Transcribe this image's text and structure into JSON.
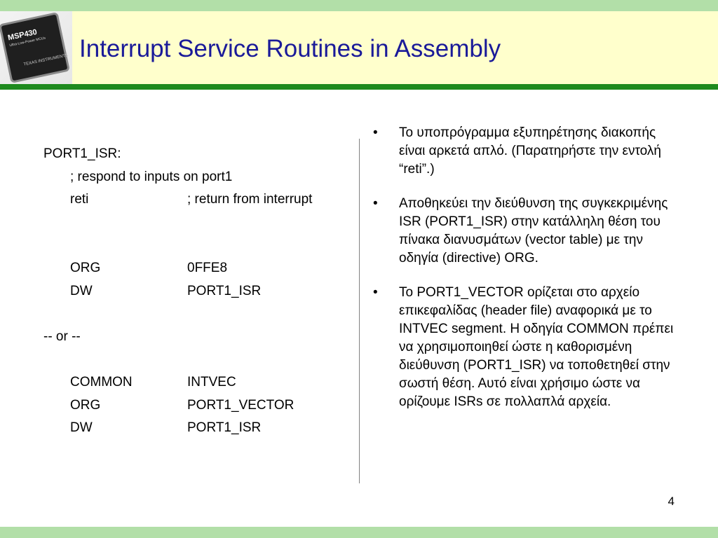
{
  "header": {
    "title": "Interrupt Service Routines in Assembly",
    "logo": {
      "chip_label": "MSP430",
      "chip_sub": "Ultra-Low-Power MCUs",
      "maker": "TEXAS INSTRUMENTS"
    }
  },
  "code": {
    "lines": [
      {
        "type": "label",
        "c0": "PORT1_ISR:"
      },
      {
        "type": "indent",
        "c1": "; respond to inputs on port1",
        "c2": ""
      },
      {
        "type": "indent",
        "c1": "reti",
        "c2": "; return from interrupt"
      },
      {
        "type": "blank"
      },
      {
        "type": "blank"
      },
      {
        "type": "indent",
        "c1": "ORG",
        "c2": "0FFE8"
      },
      {
        "type": "indent",
        "c1": "DW",
        "c2": "PORT1_ISR"
      },
      {
        "type": "blank"
      },
      {
        "type": "label",
        "c0": "-- or --"
      },
      {
        "type": "blank"
      },
      {
        "type": "indent",
        "c1": "COMMON",
        "c2": "INTVEC"
      },
      {
        "type": "indent",
        "c1": "ORG",
        "c2": "PORT1_VECTOR"
      },
      {
        "type": "indent",
        "c1": "DW",
        "c2": "PORT1_ISR"
      }
    ]
  },
  "bullets": [
    {
      "marker": "•",
      "text": "Το υποπρόγραμμα εξυπηρέτησης διακοπής είναι αρκετά απλό. (Παρατηρήστε την εντολή “reti”.)"
    },
    {
      "marker": "•",
      "text": "Αποθηκεύει την διεύθυνση της συγκεκριμένης ISR (PORT1_ISR) στην κατάλληλη θέση του πίνακα διανυσμάτων (vector table) με την οδηγία (directive) ORG."
    },
    {
      "marker": "•",
      "text": "Το PORT1_VECTOR ορίζεται στο αρχείο επικεφαλίδας (header file) αναφορικά με το INTVEC segment. Η οδηγία COMMON πρέπει να χρησιμοποιηθεί ώστε η καθορισμένη διεύθυνση (PORT1_ISR) να τοποθετηθεί στην σωστή θέση. Αυτό είναι χρήσιμο ώστε να ορίζουμε ISRs σε πολλαπλά αρχεία."
    }
  ],
  "footer": {
    "slide_number": "4"
  },
  "colors": {
    "band": "#b2dfa8",
    "header_bg": "#ffffcc",
    "rule": "#1e8a1e",
    "title": "#1a1a99"
  }
}
